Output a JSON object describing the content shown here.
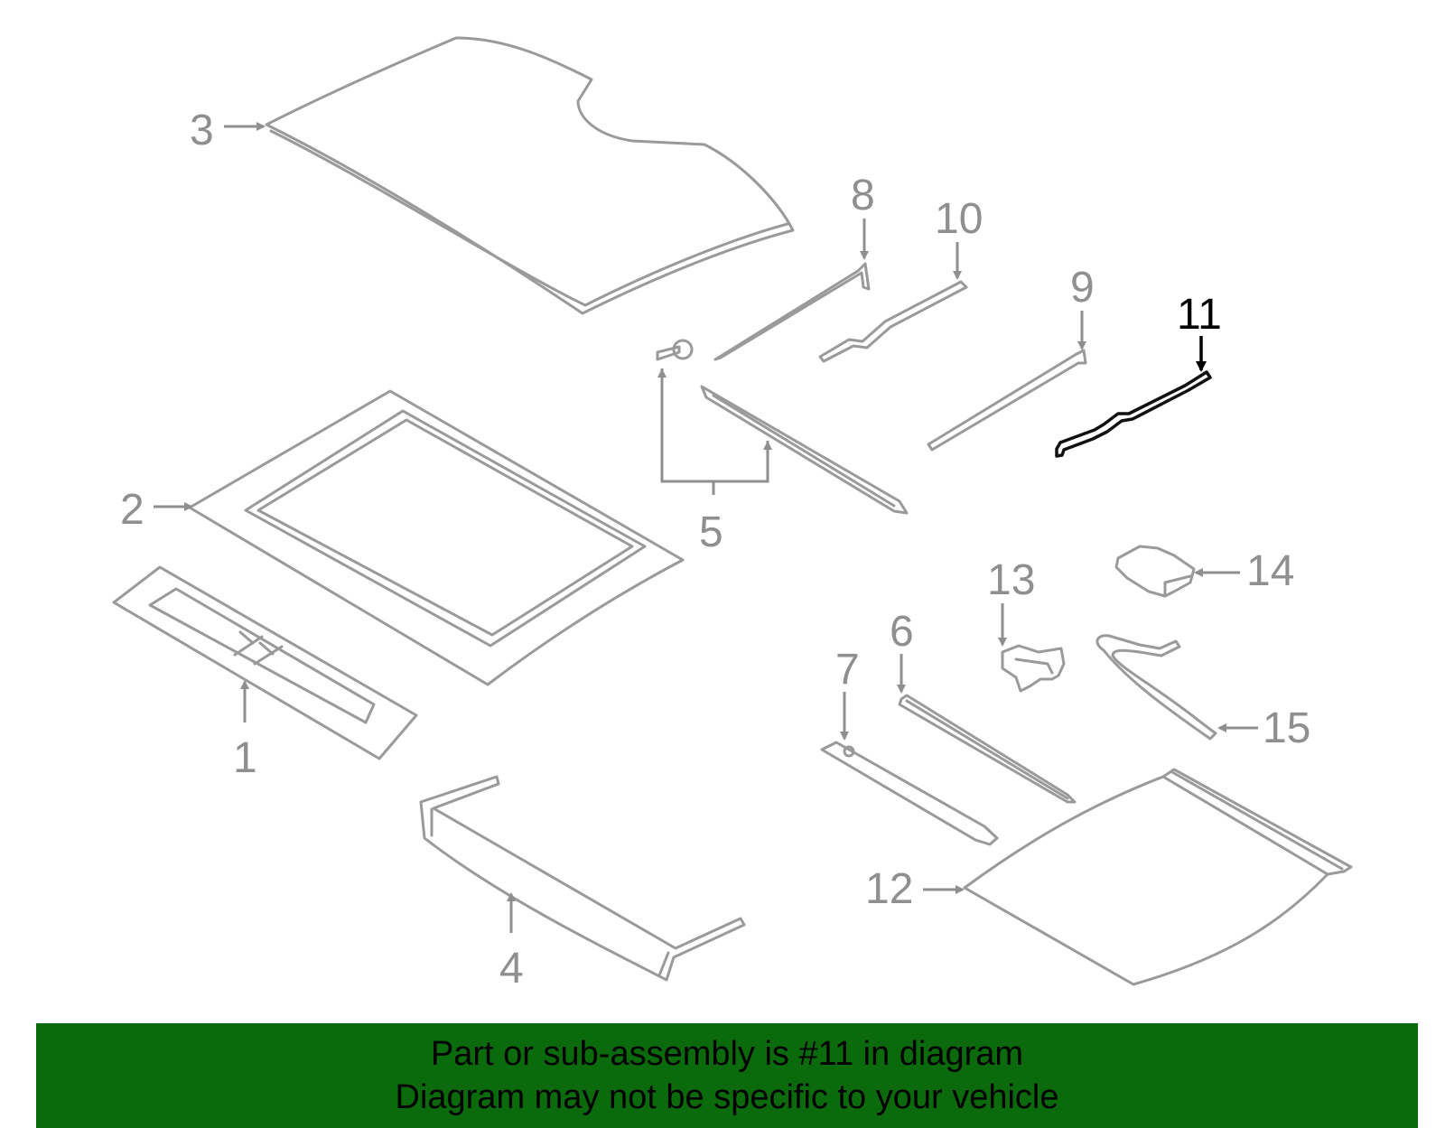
{
  "callouts": [
    {
      "id": "1",
      "text": "1"
    },
    {
      "id": "2",
      "text": "2"
    },
    {
      "id": "3",
      "text": "3"
    },
    {
      "id": "4",
      "text": "4"
    },
    {
      "id": "5",
      "text": "5"
    },
    {
      "id": "6",
      "text": "6"
    },
    {
      "id": "7",
      "text": "7"
    },
    {
      "id": "8",
      "text": "8"
    },
    {
      "id": "9",
      "text": "9"
    },
    {
      "id": "10",
      "text": "10"
    },
    {
      "id": "11",
      "text": "11"
    },
    {
      "id": "12",
      "text": "12"
    },
    {
      "id": "13",
      "text": "13"
    },
    {
      "id": "14",
      "text": "14"
    },
    {
      "id": "15",
      "text": "15"
    }
  ],
  "highlight_callout": "11",
  "colors": {
    "part_stroke": "#9a9a9a",
    "highlight_stroke": "#111111",
    "banner_background": "#0b6a0b",
    "banner_text": "#000000"
  },
  "banner": {
    "line1": "Part or sub-assembly is #11 in diagram",
    "line2": "Diagram may not be specific to your vehicle"
  }
}
